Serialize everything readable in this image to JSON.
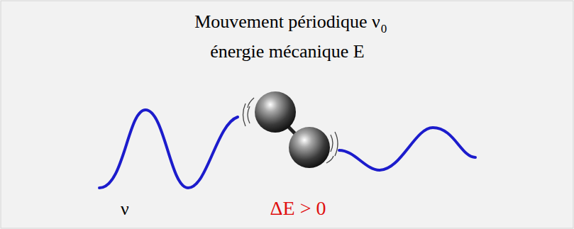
{
  "diagram": {
    "labels": [
      "Mouvement périodique ν",
      "0",
      "énergie mécanique E",
      "ν",
      "ΔE > 0"
    ]
  }
}
